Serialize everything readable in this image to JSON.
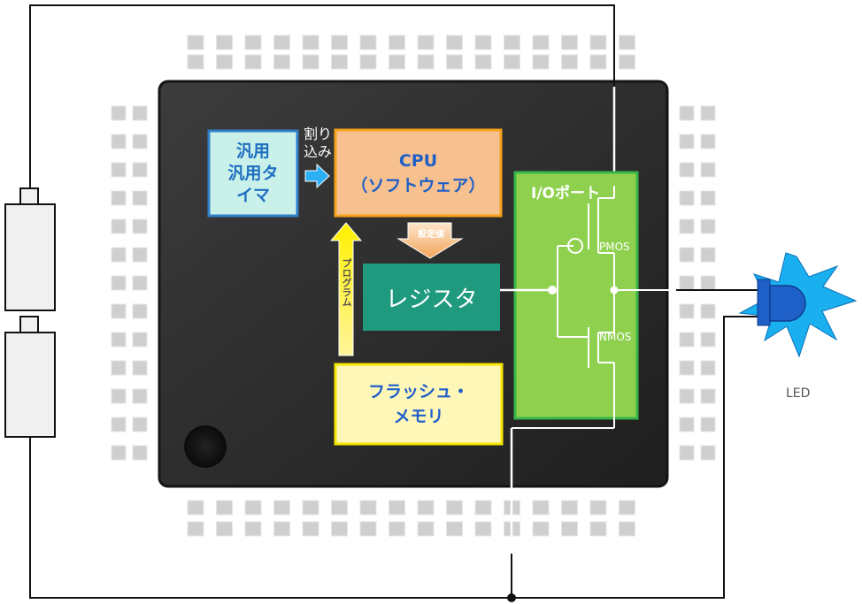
{
  "timer": {
    "lines": [
      "汎用",
      "汎用タ",
      "イマ"
    ]
  },
  "interrupt": {
    "lines": [
      "割り",
      "込み"
    ]
  },
  "cpu": {
    "lines": [
      "CPU",
      "（ソフトウェア）"
    ]
  },
  "setting_value": "設定値",
  "register": "レジスタ",
  "program": "プログラム",
  "flash": {
    "lines": [
      "フラッシュ・",
      "メモリ"
    ]
  },
  "io_port": "I/Oポート",
  "pmos": "PMOS",
  "nmos": "NMOS",
  "led": "LED",
  "colors": {
    "chip_body": "#2a2a2a",
    "pins": "#cfcfcf",
    "timer_fill": "#c9f1ea",
    "timer_border": "#2f7fc8",
    "cpu_fill": "#f7c08f",
    "cpu_border": "#f6a21a",
    "register_fill": "#1f9a7f",
    "flash_fill": "#fff7b8",
    "flash_border": "#f6e600",
    "io_fill": "#8fd14f",
    "io_border": "#39b54a",
    "led_burst": "#1ab0f0",
    "led_body": "#1f5fc8"
  }
}
